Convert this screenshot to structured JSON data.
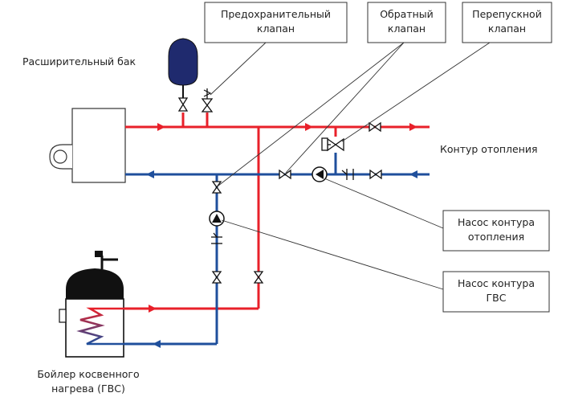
{
  "labels": {
    "expansion_tank": "Расширительный бак",
    "heating_circuit": "Контур отопления",
    "boiler_line1": "Бойлер косвенного",
    "boiler_line2": "нагрева (ГВС)"
  },
  "callouts": {
    "safety_valve": [
      "Предохранительный",
      "клапан"
    ],
    "check_valve": [
      "Обратный",
      "клапан"
    ],
    "bypass_valve": [
      "Перепускной",
      "клапан"
    ],
    "heating_pump": [
      "Насос контура",
      "отопления"
    ],
    "dhw_pump": [
      "Насос контура",
      "ГВС"
    ]
  },
  "colors": {
    "supply": "#e8202a",
    "return": "#1f4f9c",
    "outline": "#1a1a1a",
    "tank_fill": "#1f2a6e",
    "boiler_top": "#111111",
    "coil_gradient_start": "#1f4f9c",
    "coil_gradient_end": "#e8202a"
  }
}
